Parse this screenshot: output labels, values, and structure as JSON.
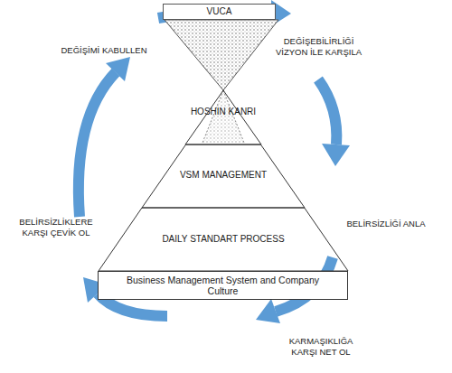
{
  "diagram": {
    "nodes": [
      {
        "text": [
          "VUCA"
        ]
      },
      {
        "text": [
          "HOSHIN KANRI"
        ]
      },
      {
        "text": [
          "VSM MANAGEMENT"
        ]
      },
      {
        "text": [
          "DAILY STANDART PROCESS"
        ]
      },
      {
        "text": [
          "Business Management System and Company Culture"
        ]
      }
    ],
    "labels": [
      "DEĞİŞİMİ KABULLEN",
      "DEĞİŞEBİLİRLİĞİ VİZYON İLE KARŞILA",
      "BELİRSİZLİĞİ ANLA",
      "KARMAŞIKLIĞA KARŞI NET OL",
      "BELİRSİZLİKLERE KARŞI ÇEVİK OL"
    ]
  }
}
